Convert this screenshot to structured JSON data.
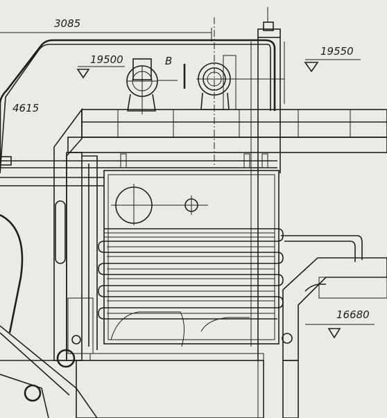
{
  "drawing": {
    "dimension_labels": {
      "length_top": "3085",
      "length_left": "4615",
      "level_drum_left": "19500",
      "level_drum_right": "19550",
      "level_lower": "16680"
    },
    "section_letter": "B"
  }
}
